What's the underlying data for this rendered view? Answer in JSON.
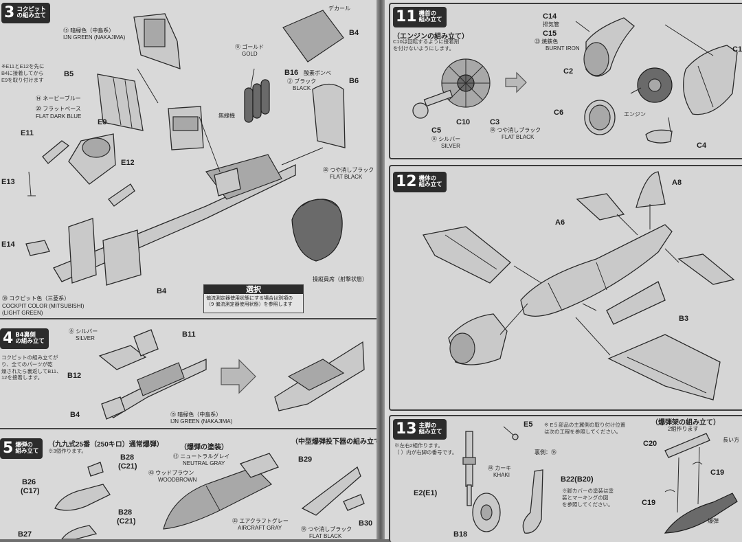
{
  "step3": {
    "number": "3",
    "title": "コクピット\nの組み立て",
    "note": "※E11とE12を先に\nB4に接着してから\nE9を取り付けます",
    "colors": {
      "un_green": "⑮ 暗緑色（中島系）",
      "un_green_en": "IJN GREEN (NAKAJIMA)",
      "navy_blue": "⑭ ネービーブルー",
      "flat_base": "⑳ フラットベース",
      "flat_dark_blue": "FLAT DARK BLUE",
      "gold_jp": "⑨ ゴールド",
      "gold_en": "GOLD",
      "black_jp": "② ブラック",
      "black_en": "BLACK",
      "flat_black_jp": "㉝ つや消しブラック",
      "flat_black_en": "FLAT BLACK",
      "cockpit_jp": "㊳ コクピット色（三菱系）",
      "cockpit_en": "COCKPIT COLOR (MITSUBISHI)",
      "cockpit_en2": "(LIGHT GREEN)",
      "decal": "デカール"
    },
    "parts": {
      "b5": "B5",
      "e9": "E9",
      "e11": "E11",
      "e12": "E12",
      "e13": "E13",
      "e14": "E14",
      "b16": "B16",
      "b16_label": "酸素ボンベ",
      "b4": "B4",
      "b6": "B6",
      "b4_top": "B4",
      "radio": "無線機",
      "seat_belt": "操縦員席（射撃状態）"
    },
    "select": {
      "header": "選択",
      "body": "偏流測定器使用状態にする場合は別項の\n（9 偏流測定器使用状態）を参照します"
    }
  },
  "step4": {
    "number": "4",
    "title": "B4裏側\nの組み立て",
    "note": "コクピットの組み立てが\nり、全てのパーツが乾\n燥されたら裏返してB11、\n12を接着します。",
    "silver_jp": "⑧ シルバー",
    "silver_en": "SILVER",
    "b11": "B11",
    "b12": "B12",
    "b4": "B4",
    "un_green": "⑮ 暗緑色（中島系）",
    "un_green_en": "IJN GREEN (NAKAJIMA)"
  },
  "step5": {
    "number": "5",
    "title": "爆弾の\n組み立て",
    "sub1": "（九九式25番（250キロ）通常爆弾）",
    "sub1_note": "※3個作ります。",
    "sub2": "（爆弾の塗装）",
    "sub3": "（中型爆弾投下器の組み立て）",
    "neutral_gray_jp": "⑬ ニュートラルグレイ",
    "neutral_gray_en": "NEUTRAL GRAY",
    "woodbrown_jp": "㊸ ウッドブラウン",
    "woodbrown_en": "WOODBROWN",
    "aircraft_gray_jp": "㉝ エアクラフトグレー",
    "aircraft_gray_en": "AIRCRAFT GRAY",
    "flat_black_jp": "㉝ つや消しブラック",
    "flat_black_en": "FLAT BLACK",
    "b26": "B26",
    "c17": "(C17)",
    "b28a": "B28",
    "c21a": "(C21)",
    "b28b": "B28",
    "c21b": "(C21)",
    "b27": "B27",
    "b29": "B29",
    "b30": "B30"
  },
  "step11": {
    "number": "11",
    "title": "機首の\n組み立て",
    "sub": "（エンジンの組み立て）",
    "note": "C10は回転するように接着剤\nを付けないようにします。",
    "c14": "C14",
    "exhaust": "排気管",
    "c15": "C15",
    "burnt_jp": "㉝ 焼鉄色",
    "burnt_en": "BURNT IRON",
    "c2": "C2",
    "c10": "C10",
    "c3": "C3",
    "c5": "C5",
    "c6": "C6",
    "c4": "C4",
    "c1": "C1",
    "silver_jp": "⑧ シルバー",
    "silver_en": "SILVER",
    "flat_black_jp": "㉝ つや消しブラック",
    "flat_black_en": "FLAT BLACK",
    "engine": "エンジン"
  },
  "step12": {
    "number": "12",
    "title": "機体の\n組み立て",
    "a8": "A8",
    "a6": "A6",
    "b3": "B3"
  },
  "step13": {
    "number": "13",
    "title": "主脚の\n組み立て",
    "note": "※左右2組作ります。\n（ ）内が右脚の番号です。",
    "e5": "E5",
    "e5_note": "※ E５部品の主翼側の取り付け位置\nは次の工程を参照してください。",
    "khaki_jp": "㊸ カーキ",
    "khaki_en": "KHAKI",
    "back": "裏側：㉟",
    "e2": "E2(E1)",
    "b18": "B18",
    "b22": "B22(B20)",
    "b22_note": "※脚カバーの塗装は塗\n装とマーキングの図\nを参照してください。",
    "rack_title": "（爆弾架の組み立て）",
    "rack_sub": "2組作ります",
    "c20": "C20",
    "c19a": "C19",
    "c19b": "C19",
    "long_side": "長い方",
    "bomb": "爆弾"
  }
}
